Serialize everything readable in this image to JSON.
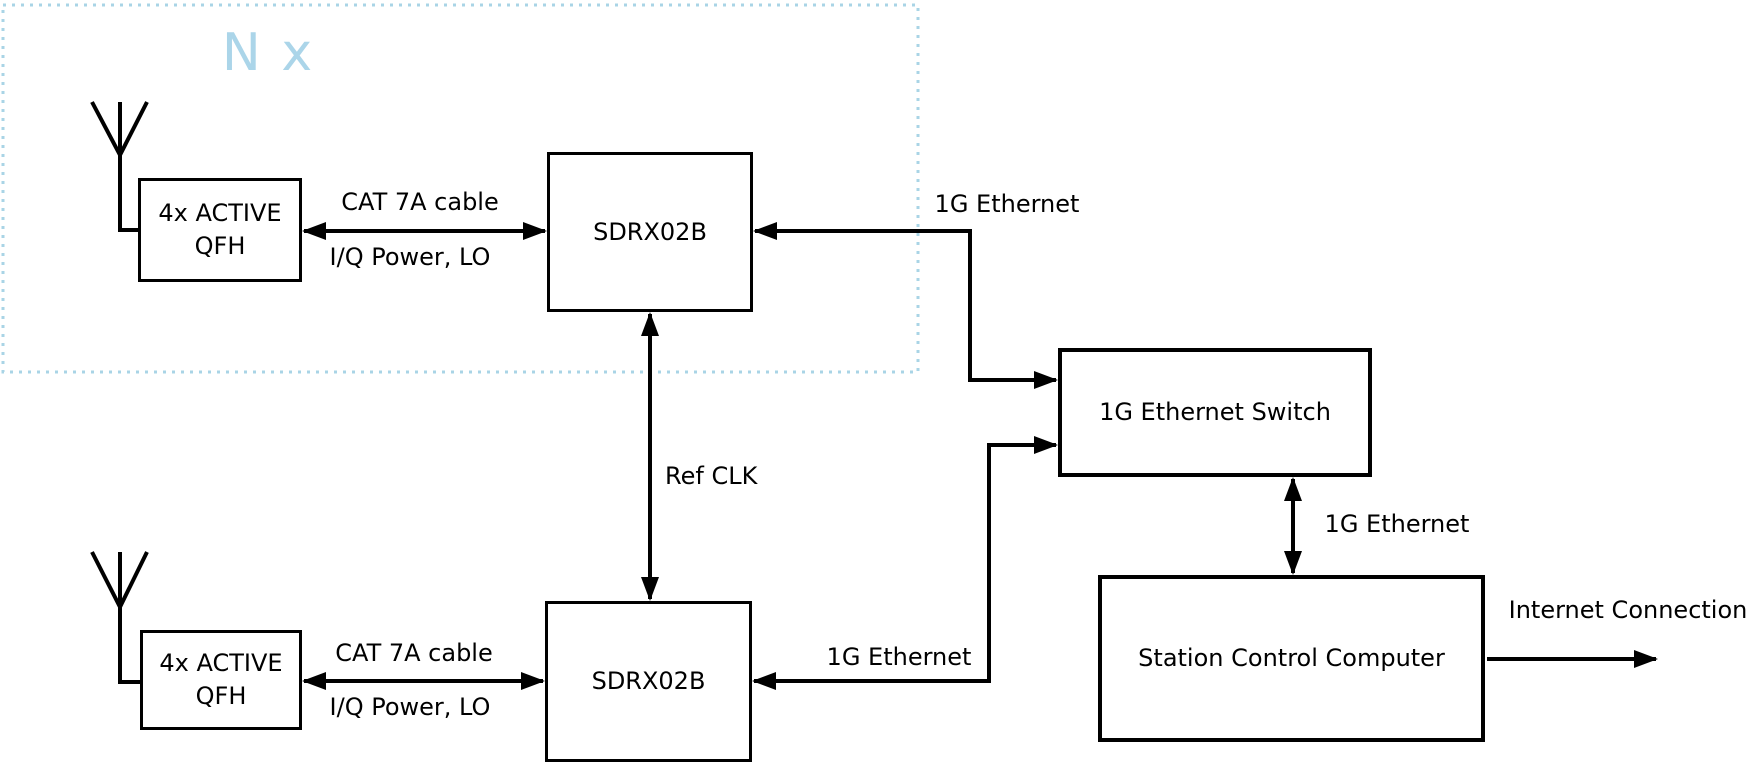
{
  "group": {
    "label": "N x",
    "border_color": "#a9d4e6",
    "label_color": "#abd5e9"
  },
  "colors": {
    "line": "#000000",
    "background": "#ffffff"
  },
  "nodes": {
    "qfh_top": {
      "line1": "4x ACTIVE",
      "line2": "QFH"
    },
    "sdrx_top": {
      "label": "SDRX02B"
    },
    "qfh_bottom": {
      "line1": "4x ACTIVE",
      "line2": "QFH"
    },
    "sdrx_bottom": {
      "label": "SDRX02B"
    },
    "ethernet_switch": {
      "label": "1G Ethernet Switch"
    },
    "station_computer": {
      "label": "Station Control Computer"
    }
  },
  "edges": {
    "cat7a_top": {
      "above": "CAT 7A cable",
      "below": "I/Q Power, LO"
    },
    "cat7a_bottom": {
      "above": "CAT 7A cable",
      "below": "I/Q Power, LO"
    },
    "eth_top": {
      "label": "1G Ethernet"
    },
    "eth_bottom": {
      "label": "1G Ethernet"
    },
    "eth_switch_computer": {
      "label": "1G Ethernet"
    },
    "ref_clk": {
      "label": "Ref CLK"
    },
    "internet": {
      "label": "Internet Connection"
    }
  }
}
